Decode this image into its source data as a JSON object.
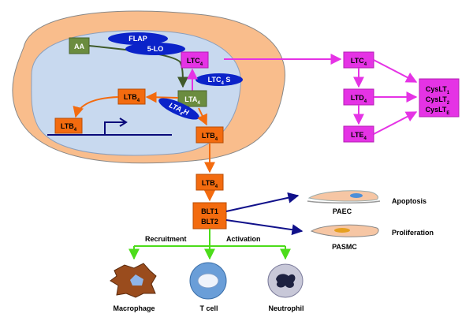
{
  "diagram": {
    "nodes": {
      "aa": "AA",
      "flap": "FLAP",
      "lo5": "5-LO",
      "ltc4s": "LTC",
      "ltc4s_sub": "4",
      "ltc4s_suffix": " S",
      "lta4h": "LTA",
      "lta4h_sub": "4",
      "lta4h_suffix": "H",
      "lta4": "LTA",
      "lta4_sub": "4",
      "ltb4_a": "LTB",
      "ltb4_a_sub": "4",
      "ltb4_b": "LTB",
      "ltb4_b_sub": "4",
      "ltb4_c": "LTB",
      "ltb4_c_sub": "4",
      "ltb4_d": "LTB",
      "ltb4_d_sub": "4",
      "ltc4_in": "LTC",
      "ltc4_in_sub": "4",
      "ltc4_out": "LTC",
      "ltc4_out_sub": "4",
      "ltd4": "LTD",
      "ltd4_sub": "4",
      "lte4": "LTE",
      "lte4_sub": "4",
      "blt1": "BLT1",
      "blt2": "BLT2",
      "cyslt1": "CysLT",
      "cyslt1_sub": "1",
      "cyslt2": "CysLT",
      "cyslt2_sub": "2",
      "cysltE": "CysLT",
      "cysltE_sub": "E"
    },
    "labels": {
      "recruitment": "Recruitment",
      "activation": "Activation",
      "apoptosis": "Apoptosis",
      "proliferation": "Proliferation",
      "paec": "PAEC",
      "pasmc": "PASMC",
      "macrophage": "Macrophage",
      "tcell": "T cell",
      "neutrophil": "Neutrophil"
    },
    "colors": {
      "cell": "#f9bd8c",
      "nucleus": "#c8d9ef",
      "green_box": "#6b8c3f",
      "orange": "#f36b0f",
      "magenta": "#e533e5",
      "blue": "#0b23c9",
      "dark_blue": "#0a0a7a",
      "green_arrow": "#4cdc1a"
    }
  }
}
